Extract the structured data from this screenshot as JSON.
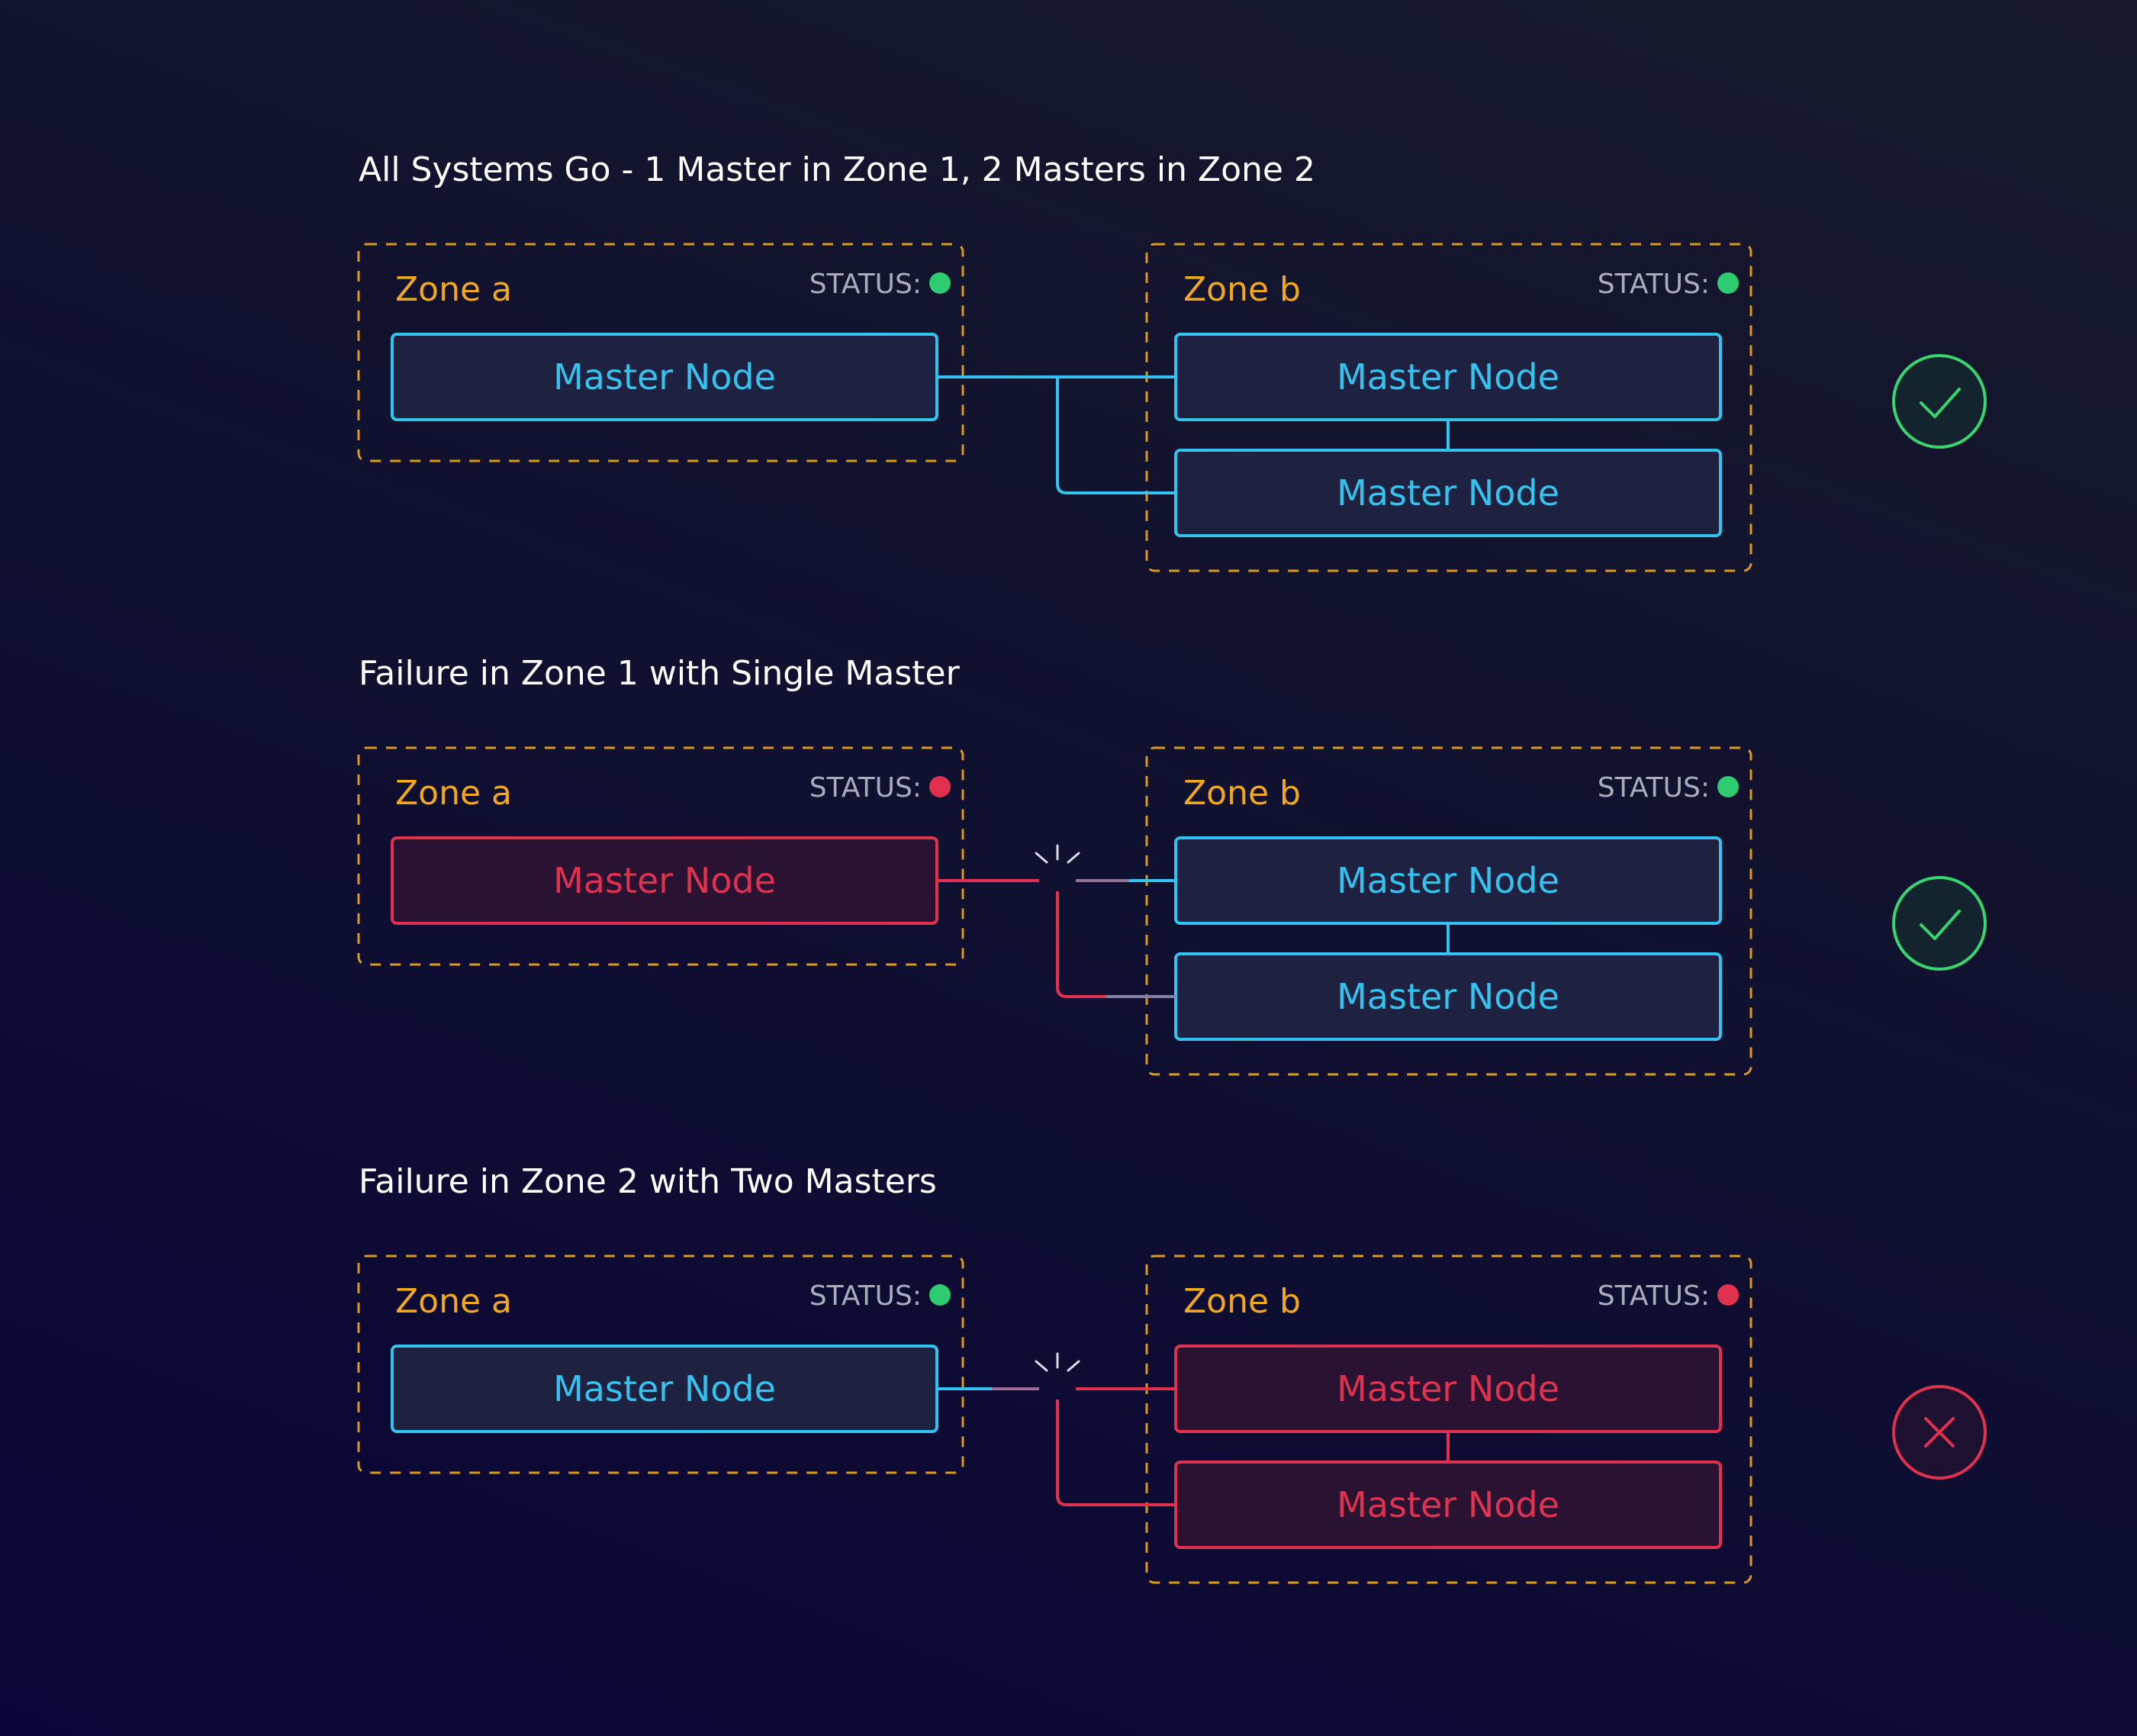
{
  "colors": {
    "zone_border": "#d99a1e",
    "zone_label": "#f2a81d",
    "healthy": "#33c3ee",
    "healthy_fill": "#1f2140",
    "failed": "#e0314f",
    "failed_fill": "#2a1332",
    "status_ok": "#2ecc71",
    "status_fail": "#e0314f",
    "ok_icon": "#39d46f",
    "fail_icon": "#e0314f"
  },
  "scenarios": [
    {
      "title": "All Systems Go - 1 Master in Zone 1, 2 Masters in Zone 2",
      "zone_a": {
        "label": "Zone a",
        "status_label": "STATUS:",
        "status": "ok",
        "nodes": [
          {
            "label": "Master Node",
            "state": "healthy"
          }
        ]
      },
      "zone_b": {
        "label": "Zone b",
        "status_label": "STATUS:",
        "status": "ok",
        "nodes": [
          {
            "label": "Master Node",
            "state": "healthy"
          },
          {
            "label": "Master Node",
            "state": "healthy"
          }
        ]
      },
      "link_broken": false,
      "result": "ok",
      "result_icon": "check-icon"
    },
    {
      "title": "Failure in Zone 1 with Single Master",
      "zone_a": {
        "label": "Zone a",
        "status_label": "STATUS:",
        "status": "fail",
        "nodes": [
          {
            "label": "Master Node",
            "state": "failed"
          }
        ]
      },
      "zone_b": {
        "label": "Zone b",
        "status_label": "STATUS:",
        "status": "ok",
        "nodes": [
          {
            "label": "Master Node",
            "state": "healthy"
          },
          {
            "label": "Master Node",
            "state": "healthy"
          }
        ]
      },
      "link_broken": true,
      "result": "ok",
      "result_icon": "check-icon"
    },
    {
      "title": "Failure in Zone 2 with Two Masters",
      "zone_a": {
        "label": "Zone a",
        "status_label": "STATUS:",
        "status": "ok",
        "nodes": [
          {
            "label": "Master Node",
            "state": "healthy"
          }
        ]
      },
      "zone_b": {
        "label": "Zone b",
        "status_label": "STATUS:",
        "status": "fail",
        "nodes": [
          {
            "label": "Master Node",
            "state": "failed"
          },
          {
            "label": "Master Node",
            "state": "failed"
          }
        ]
      },
      "link_broken": true,
      "result": "fail",
      "result_icon": "x-icon"
    }
  ]
}
